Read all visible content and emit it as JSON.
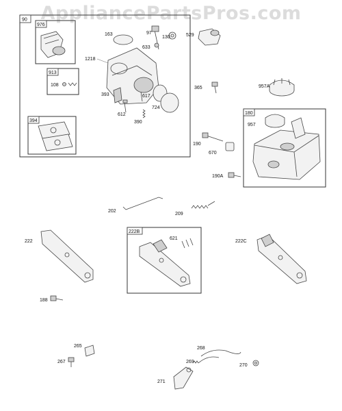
{
  "watermark": "AppliancePartsPros.com",
  "groups": {
    "g90": "90",
    "g976": "976",
    "g913": "913",
    "g394": "394",
    "g180": "180",
    "g222b": "222B"
  },
  "labels": {
    "p163": "163",
    "p97": "97",
    "p130": "130",
    "p529": "529",
    "p633": "633",
    "p1218": "1218",
    "p108": "108",
    "p393": "393",
    "p617": "617",
    "p612": "612",
    "p724": "724",
    "p390": "390",
    "p365": "365",
    "p957a": "957A",
    "p957": "957",
    "p190": "190",
    "p670": "670",
    "p190a": "190A",
    "p202": "202",
    "p209": "209",
    "p222": "222",
    "p621": "621",
    "p222c": "222C",
    "p188": "188",
    "p265": "265",
    "p267": "267",
    "p268": "268",
    "p269": "269",
    "p270": "270",
    "p271": "271"
  }
}
